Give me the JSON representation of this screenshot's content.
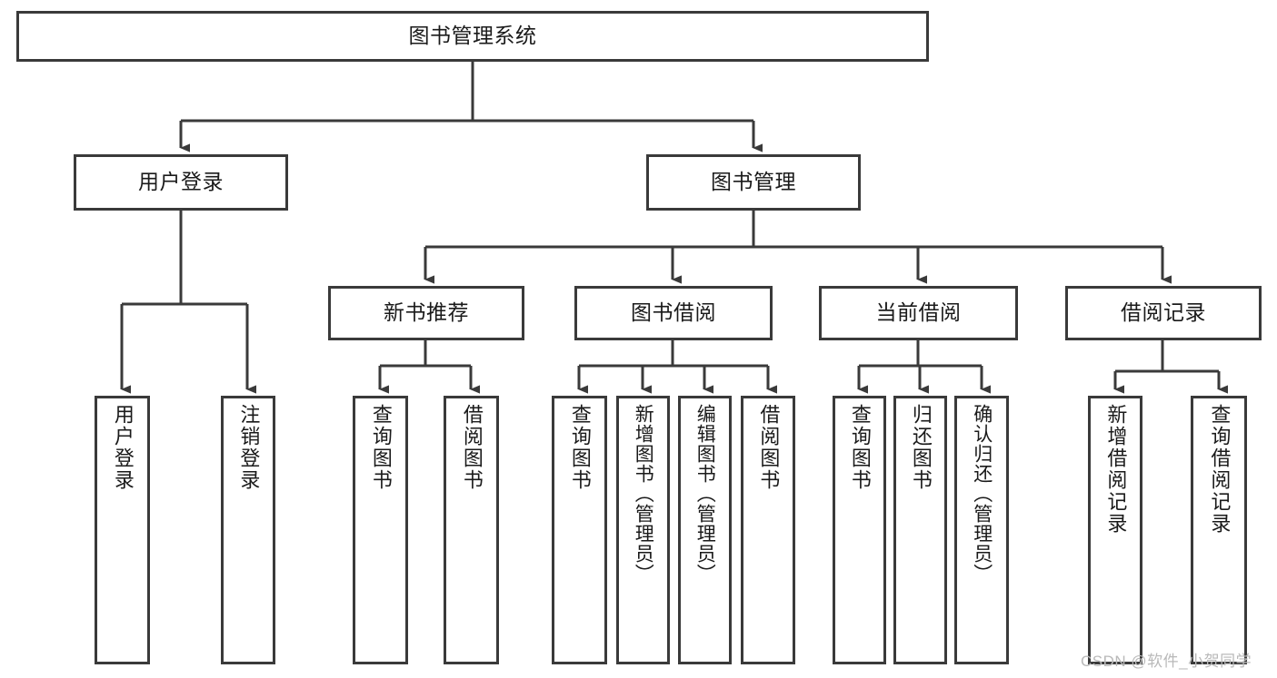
{
  "diagram": {
    "title": "图书管理系统",
    "type": "tree-hierarchy-chart",
    "root": {
      "id": "root",
      "label": "图书管理系统"
    },
    "level2": [
      {
        "id": "user-login",
        "label": "用户登录"
      },
      {
        "id": "book-management",
        "label": "图书管理"
      }
    ],
    "level3": [
      {
        "id": "new-book-recommend",
        "label": "新书推荐"
      },
      {
        "id": "book-borrow",
        "label": "图书借阅"
      },
      {
        "id": "current-borrow",
        "label": "当前借阅"
      },
      {
        "id": "borrow-record",
        "label": "借阅记录"
      }
    ],
    "leaves": {
      "user_login": [
        {
          "id": "leaf-user-login",
          "label": "用户登录"
        },
        {
          "id": "leaf-logout-login",
          "label": "注销登录"
        }
      ],
      "new_book_recommend": [
        {
          "id": "leaf-query-book-1",
          "label": "查询图书"
        },
        {
          "id": "leaf-borrow-book-1",
          "label": "借阅图书"
        }
      ],
      "book_borrow": [
        {
          "id": "leaf-query-book-2",
          "label": "查询图书"
        },
        {
          "id": "leaf-add-book",
          "label": "新增图书（管理员）"
        },
        {
          "id": "leaf-edit-book",
          "label": "编辑图书（管理员）"
        },
        {
          "id": "leaf-borrow-book-2",
          "label": "借阅图书"
        }
      ],
      "current_borrow": [
        {
          "id": "leaf-query-book-3",
          "label": "查询图书"
        },
        {
          "id": "leaf-return-book",
          "label": "归还图书"
        },
        {
          "id": "leaf-confirm-return",
          "label": "确认归还（管理员）"
        }
      ],
      "borrow_record": [
        {
          "id": "leaf-add-record",
          "label": "新增借阅记录"
        },
        {
          "id": "leaf-query-record",
          "label": "查询借阅记录"
        }
      ]
    }
  },
  "watermark": {
    "text": "CSDN @软件_小贺同学"
  },
  "colors": {
    "box_border": "#3a3a3a",
    "box_fill": "#ffffff",
    "connector": "#3a3a3a",
    "text": "#1a1a1a",
    "watermark": "#b9b9b9",
    "background": "#ffffff"
  }
}
